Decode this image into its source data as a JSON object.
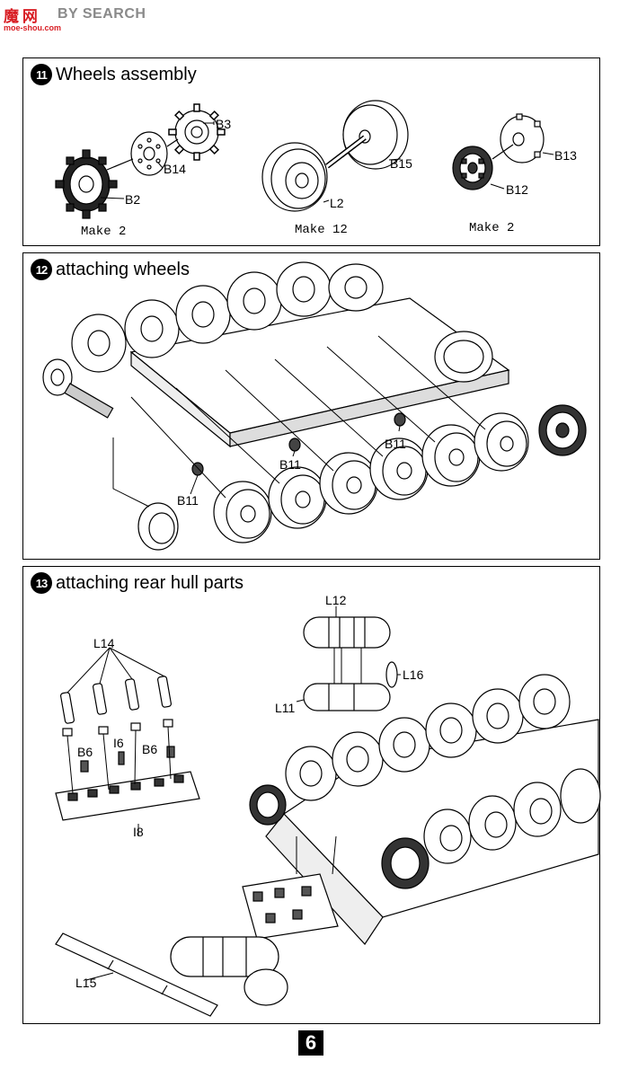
{
  "watermark": {
    "logo": "魔 网",
    "search": "BY SEARCH",
    "url": "moe-shou.com"
  },
  "steps": [
    {
      "number": "11",
      "title": "Wheels assembly",
      "parts": [
        "B3",
        "B14",
        "B2",
        "B15",
        "L2",
        "B13",
        "B12"
      ],
      "notes": [
        "Make 2",
        "Make 12",
        "Make 2"
      ]
    },
    {
      "number": "12",
      "title": "attaching wheels",
      "parts": [
        "B11",
        "B11",
        "B11"
      ]
    },
    {
      "number": "13",
      "title": "attaching rear hull parts",
      "parts": [
        "L12",
        "L16",
        "L11",
        "L14",
        "B6",
        "I6",
        "B6",
        "I8",
        "L15"
      ]
    }
  ],
  "page_number": "6"
}
